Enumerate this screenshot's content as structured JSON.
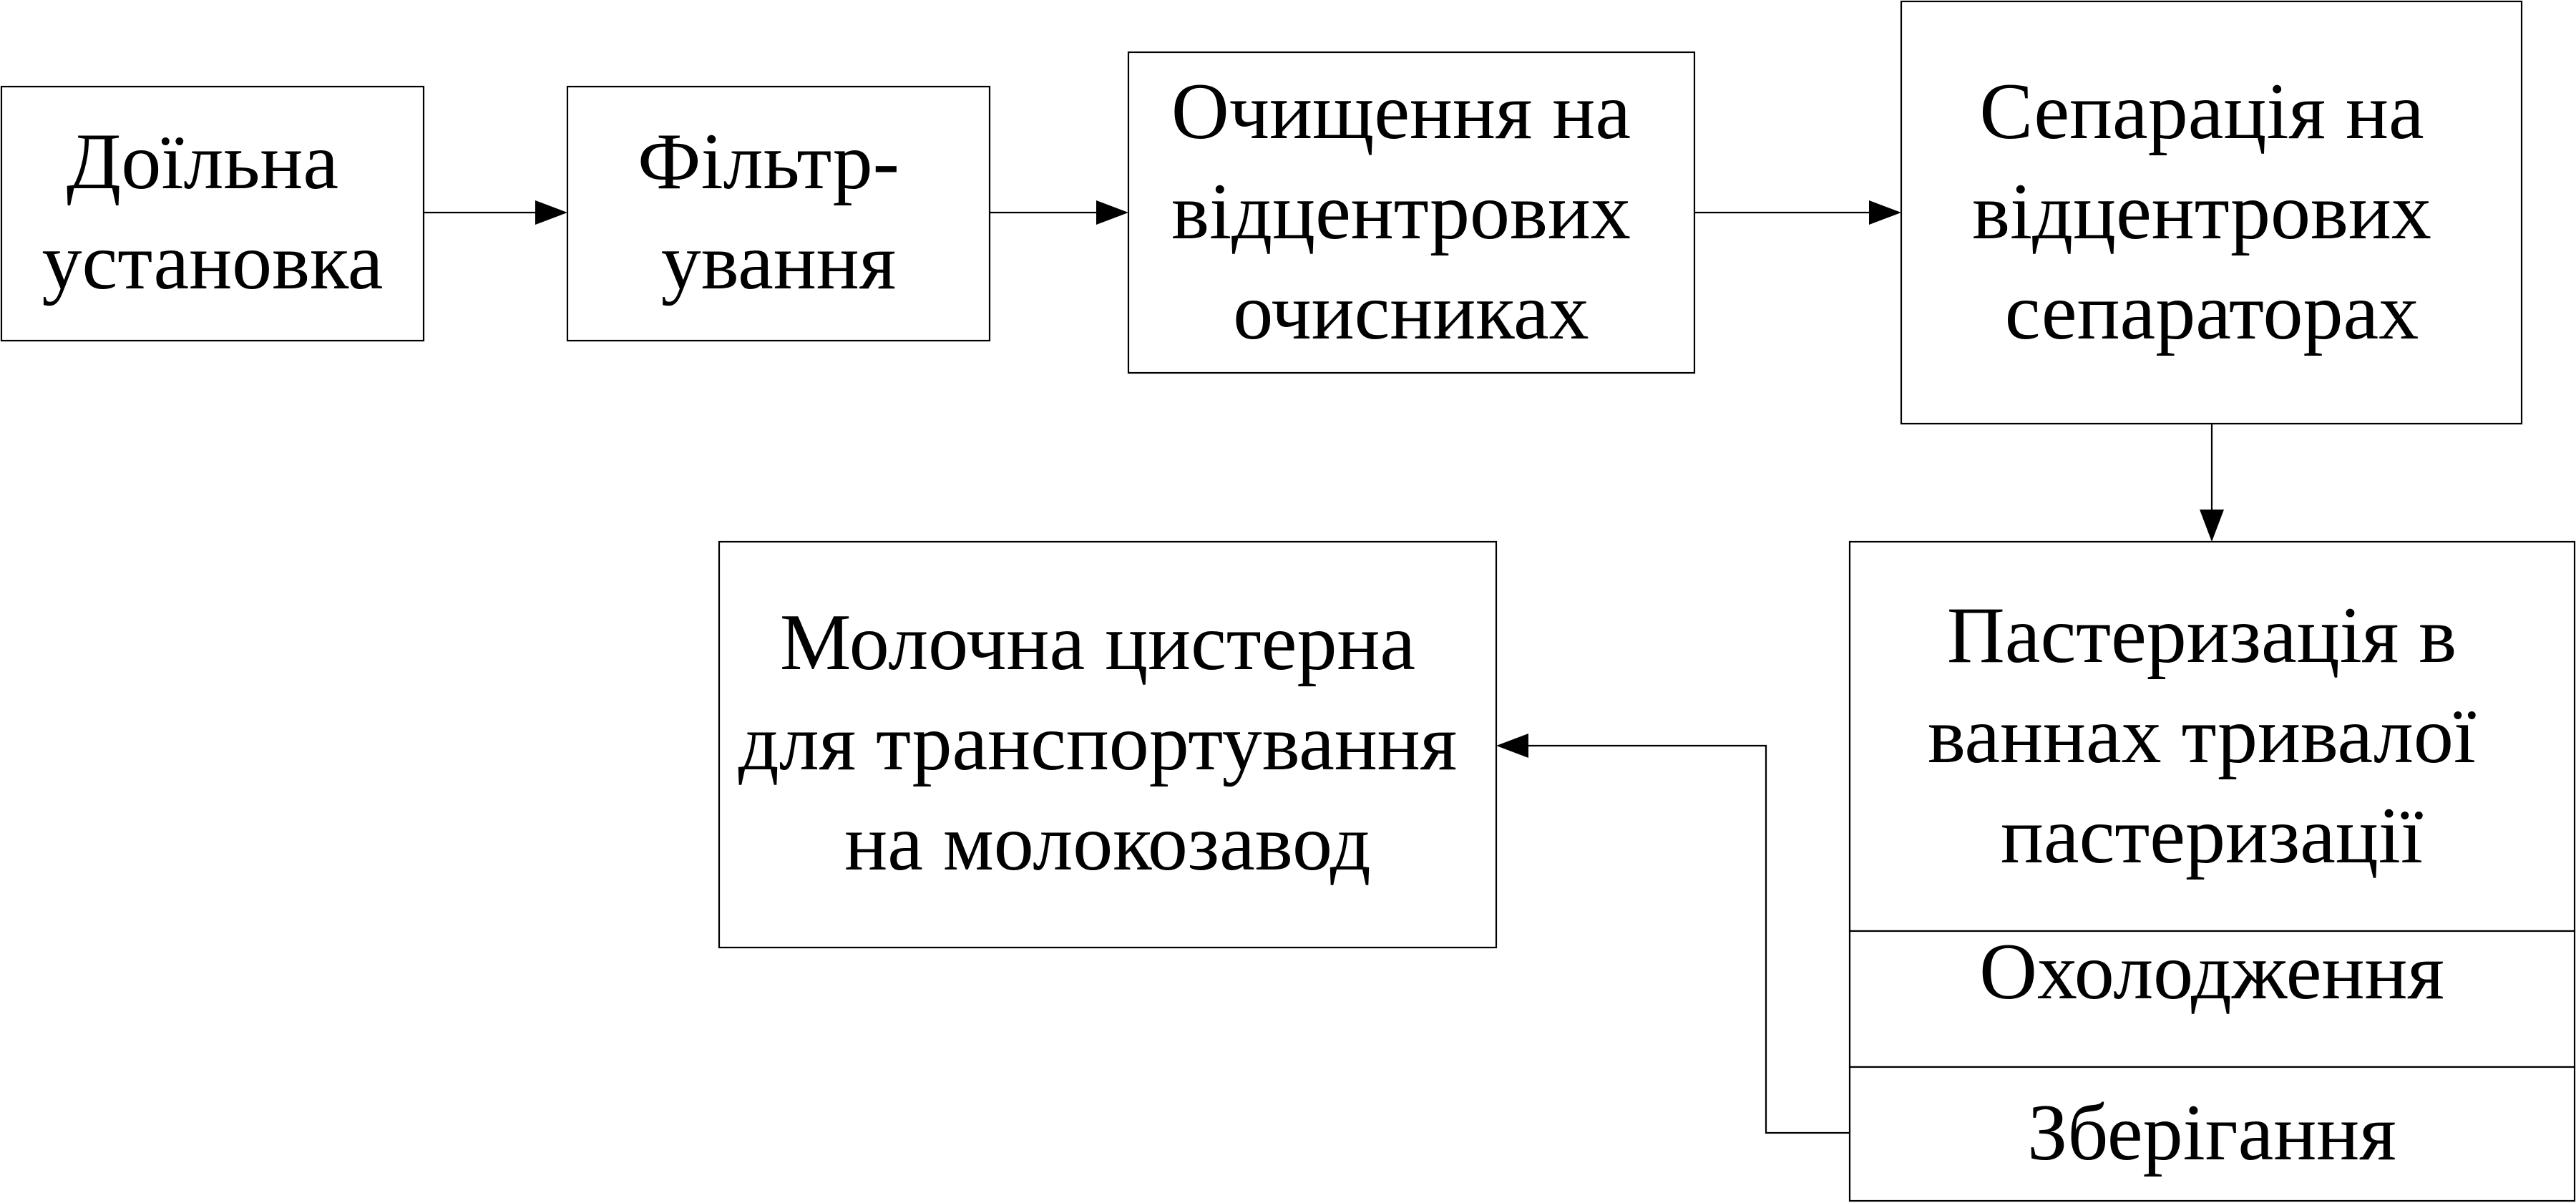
{
  "nodes": {
    "milking": {
      "lines": [
        "Доїльна",
        "установка"
      ]
    },
    "filtering": {
      "lines": [
        "Фільтр-",
        "ування"
      ]
    },
    "cleaning": {
      "lines": [
        "Очищення на",
        "відцентрових",
        "очисниках"
      ]
    },
    "separation": {
      "lines": [
        "Сепарація на",
        "відцентрових",
        "сепараторах"
      ]
    },
    "pasteurization": {
      "lines": [
        "Пастеризація в",
        "ваннах тривалої",
        "пастеризації"
      ]
    },
    "cooling": {
      "lines": [
        "Охолодження"
      ]
    },
    "storage": {
      "lines": [
        "Зберігання"
      ]
    },
    "tanker": {
      "lines": [
        "Молочна цистерна",
        "для транспортування",
        "на молокозавод"
      ]
    }
  },
  "edges": [
    {
      "from": "milking",
      "to": "filtering"
    },
    {
      "from": "filtering",
      "to": "cleaning"
    },
    {
      "from": "cleaning",
      "to": "separation"
    },
    {
      "from": "separation",
      "to": "pasteurization"
    },
    {
      "from": "storage",
      "to": "tanker"
    }
  ]
}
